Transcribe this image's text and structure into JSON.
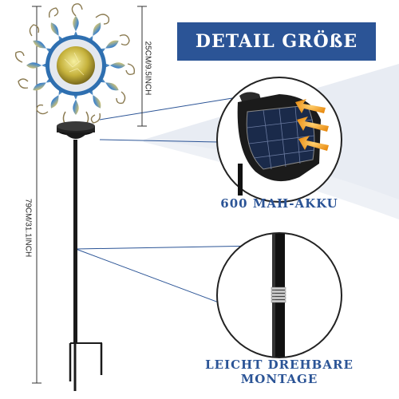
{
  "title": "DETAIL GRÖßE",
  "labels": {
    "battery": "600 MAH-AKKU",
    "mount_line1": "LEICHT DREHBARE",
    "mount_line2": "MONTAGE"
  },
  "dimensions": {
    "top_height": "25CM/9.5INCH",
    "total_height": "79CM/31.1INCH"
  },
  "colors": {
    "accent": "#2b5496",
    "background_swoosh": "#e8ecf3",
    "stake": "#1a1a1a",
    "sun_blue": "#2e6fb0",
    "sun_gold": "#c9a23c"
  },
  "icons": {
    "solar_panel": "solar-panel-icon",
    "arrows": "charging-arrows-icon",
    "pole_joint": "pole-joint-icon"
  }
}
